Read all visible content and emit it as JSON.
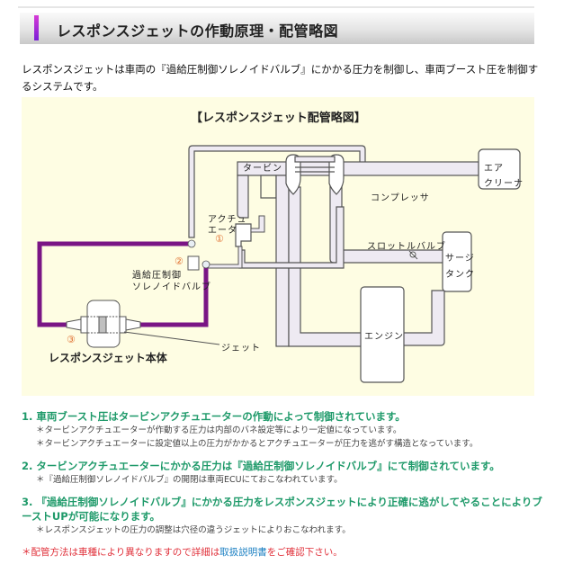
{
  "header": {
    "title": "レスポンスジェットの作動原理・配管略図",
    "accent_color": "#a030e0"
  },
  "intro": {
    "text": "レスポンスジェットは車両の『過給圧制御ソレノイドバルブ』にかかる圧力を制御し、車両ブースト圧を制御するシステムです。"
  },
  "diagram": {
    "title": "【レスポンスジェット配管略図】",
    "labels": {
      "turbine": "タービン",
      "compressor": "コンプレッサ",
      "air_cleaner_line1": "エア",
      "air_cleaner_line2": "クリーナ",
      "actuator_line1": "アクチュ",
      "actuator_line2": "エータ",
      "throttle_valve": "スロットルバルブ",
      "surge_tank_line1": "サージ",
      "surge_tank_line2": "タンク",
      "engine": "エンジン",
      "solenoid_line1": "過給圧制御",
      "solenoid_line2": "ソレノイドバルブ",
      "jet": "ジェット",
      "response_jet_body": "レスポンスジェット本体"
    },
    "markers": {
      "actuator": "①",
      "solenoid": "②",
      "body": "③"
    },
    "colors": {
      "background": "#fefde3",
      "pipe_fill": "#eeeaf2",
      "pipe_stroke": "#555555",
      "hose": "#7a1585",
      "marker": "#e07030"
    }
  },
  "notes": [
    {
      "heading": "1. 車両ブースト圧はタービンアクチュエーターの作動によって制御されています。",
      "subs": [
        "＊タービンアクチュエーターが作動する圧力は内部のバネ設定等により一定値になっています。",
        "＊タービンアクチュエーターに設定値以上の圧力がかかるとアクチュエーターが圧力を逃がす構造となっています。"
      ]
    },
    {
      "heading": "2. タービンアクチュエーターにかかる圧力は『過給圧制御ソレノイドバルブ』にて制御されています。",
      "subs": [
        "＊『過給圧制御ソレノイドバルブ』の開閉は車両ECUにておこなわれています。"
      ]
    },
    {
      "heading": "3. 『過給圧制御ソレノイドバルブ』にかかる圧力をレスポンスジェットにより正確に逃がしてやることによりブーストUPが可能になります。",
      "subs": [
        "＊レスポンスジェットの圧力の調整は穴径の違うジェットによりおこなわれます。"
      ]
    }
  ],
  "warning": {
    "prefix": "＊配管方法は車種により異なりますので詳細は",
    "link": "取扱説明書",
    "suffix": "をご確認下さい。"
  }
}
